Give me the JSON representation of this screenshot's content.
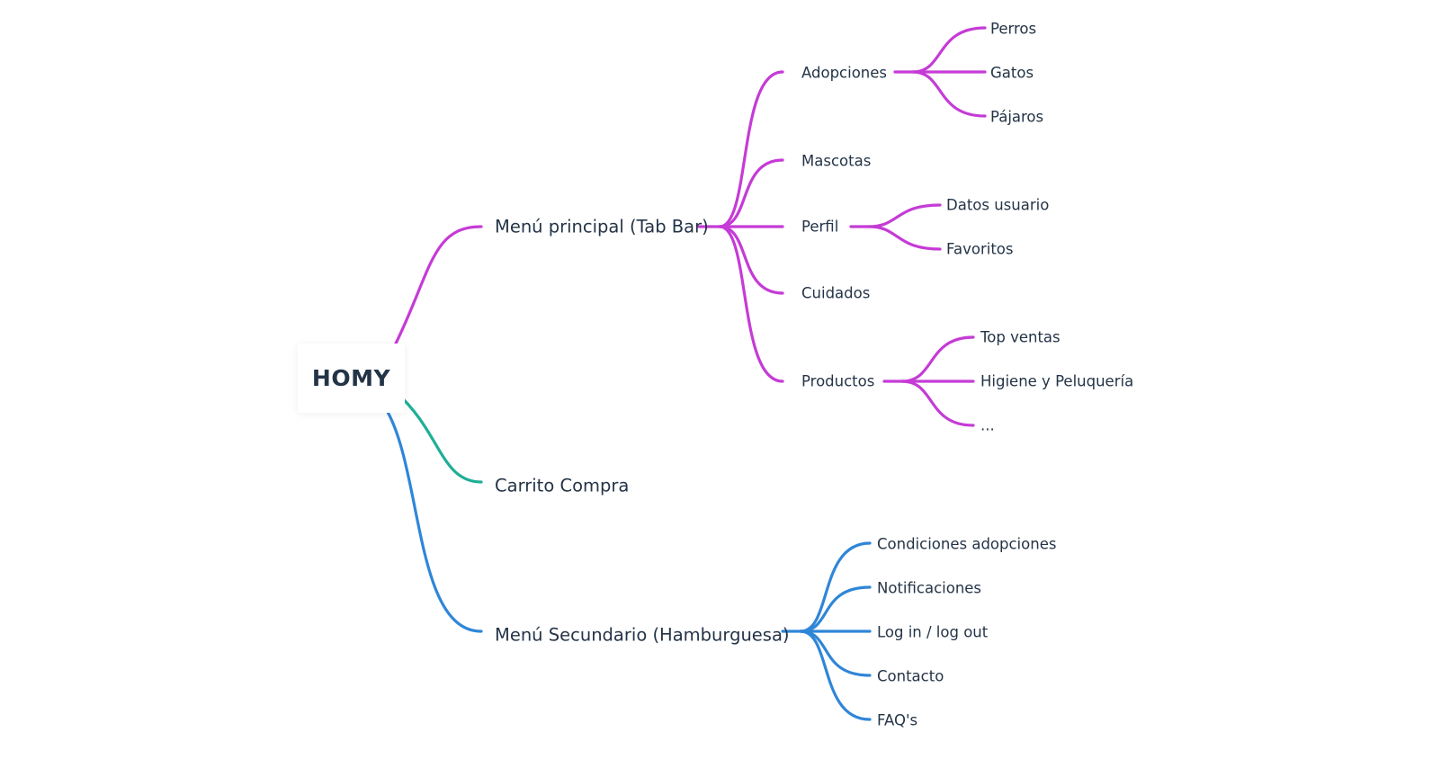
{
  "colors": {
    "text": "#243447",
    "branch_menu_principal": "#c53bd6",
    "branch_carrito": "#1fae96",
    "branch_menu_secundario": "#2f86d8"
  },
  "root": {
    "label": "HOMY"
  },
  "menu_principal": {
    "label": "Menú principal (Tab Bar)",
    "adopciones": {
      "label": "Adopciones",
      "children": [
        "Perros",
        "Gatos",
        "Pájaros"
      ]
    },
    "mascotas": {
      "label": "Mascotas"
    },
    "perfil": {
      "label": "Perfil",
      "children": [
        "Datos usuario",
        "Favoritos"
      ]
    },
    "cuidados": {
      "label": "Cuidados"
    },
    "productos": {
      "label": "Productos",
      "children": [
        "Top ventas",
        "Higiene y Peluquería",
        "..."
      ]
    }
  },
  "carrito": {
    "label": "Carrito Compra"
  },
  "menu_secundario": {
    "label": "Menú Secundario (Hamburguesa)",
    "children": [
      "Condiciones adopciones",
      "Notificaciones",
      "Log in / log out",
      "Contacto",
      "FAQ's"
    ]
  }
}
